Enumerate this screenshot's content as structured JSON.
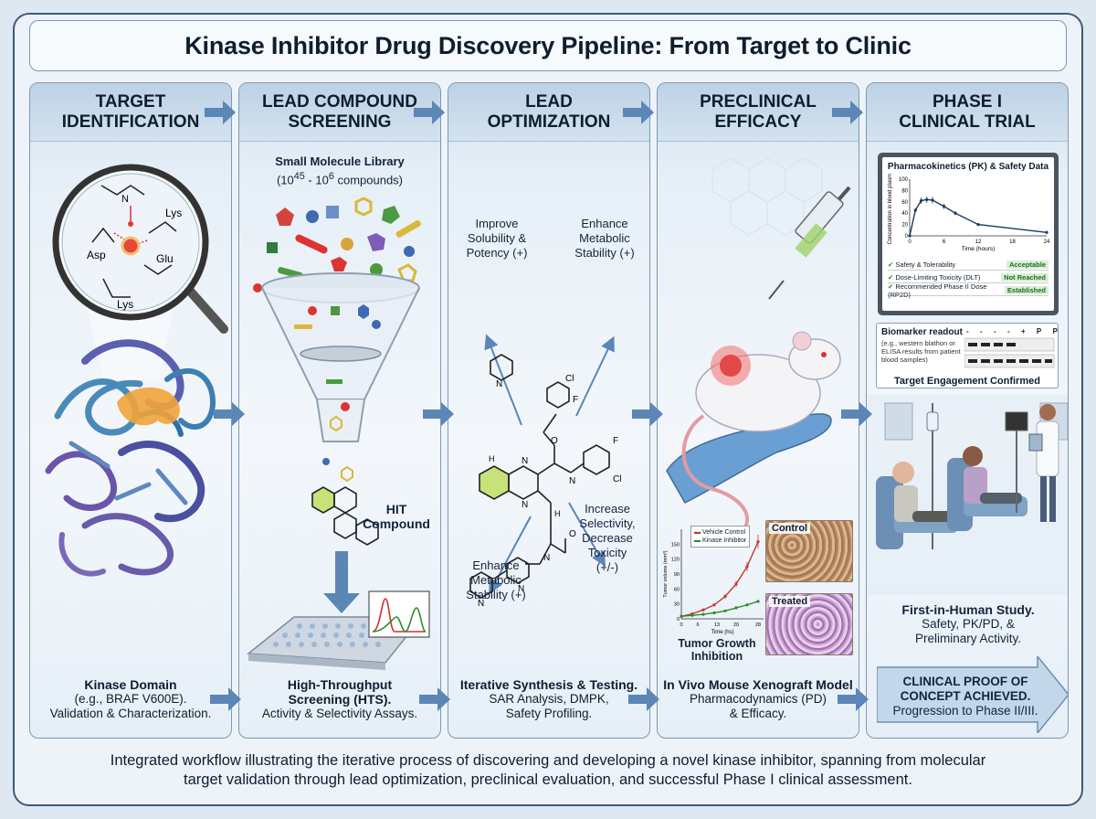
{
  "title": "Kinase Inhibitor Drug Discovery Pipeline: From Target to Clinic",
  "colors": {
    "border": "#3d5a78",
    "panel_head": "#c7dae9",
    "arrow": "#5b86b6",
    "accent_orange": "#f1a43a",
    "accent_red": "#d33",
    "green": "#2e8b2e"
  },
  "stages": [
    {
      "heading": "TARGET\nIDENTIFICATION",
      "caption_bold": "Kinase Domain",
      "caption_lines": [
        "(e.g., BRAF V600E).",
        "Validation & Characterization."
      ],
      "residues": [
        "Asp",
        "Lys",
        "Glu",
        "Lys"
      ],
      "residue_n": "N"
    },
    {
      "heading": "LEAD COMPOUND\nSCREENING",
      "library_title": "Small Molecule Library",
      "library_sub": "(10^45 - 10^6 compounds)",
      "hit_label_1": "HIT",
      "hit_label_2": "Compound",
      "caption_bold_1": "High-Throughput",
      "caption_bold_2": "Screening (HTS).",
      "caption_line": "Activity & Selectivity Assays."
    },
    {
      "heading": "LEAD\nOPTIMIZATION",
      "opt_top_left": "Improve\nSolubility &\nPotency (+)",
      "opt_top_right": "Enhance\nMetabolic\nStability (+)",
      "opt_bottom_left": "Enhance\nMetabolic\nStability (+)",
      "opt_bottom_right": "Increase\nSelectivity,\nDecrease\nToxicity\n(+/-)",
      "caption_bold": "Iterative Synthesis & Testing.",
      "caption_lines": [
        "SAR Analysis, DMPK,",
        "Safety Profiling."
      ],
      "atoms": [
        "N",
        "N",
        "O",
        "N",
        "N",
        "Cl",
        "F",
        "F",
        "Cl",
        "H",
        "H",
        "O",
        "N",
        "N",
        "N"
      ]
    },
    {
      "heading": "PRECLINICAL\nEFFICACY",
      "legend": [
        "Vehicle Control",
        "Kinase Inhibitor"
      ],
      "ylabel": "Tumor volume (mm³)",
      "xlabel": "Time (hs)",
      "chart_label_1": "Tumor Growth",
      "chart_label_2": "Inhibition",
      "histo_control": "Control",
      "histo_treated": "Treated",
      "caption_bold": "In Vivo Mouse Xenograft Model",
      "caption_lines": [
        "Pharmacodynamics (PD)",
        "& Efficacy."
      ]
    },
    {
      "heading": "PHASE I\nCLINICAL TRIAL",
      "pk_title": "Pharmacokinetics (PK) & Safety Data",
      "pk_ylabel": "Concentration in blood plasma",
      "pk_xlabel": "Time (hours)",
      "pk_rows": [
        {
          "label": "Safety & Tolerability",
          "status": "Acceptable"
        },
        {
          "label": "Dose-Limiting Toxicity (DLT)",
          "status": "Not Reached"
        },
        {
          "label": "Recommended Phase II Dose (RP2D)",
          "status": "Established"
        }
      ],
      "bio_title": "Biomarker readout",
      "bio_sub": "(e.g., western blathon or ELISA results from patient blood samples)",
      "bio_lane_labels": [
        "-",
        "-",
        "-",
        "-",
        "+",
        "P",
        "P"
      ],
      "bio_confirm": "Target Engagement Confirmed",
      "study_bold": "First-in-Human Study.",
      "study_lines": [
        "Safety, PK/PD, &",
        "Preliminary Activity."
      ],
      "banner_bold_1": "CLINICAL PROOF OF",
      "banner_bold_2": "CONCEPT ACHIEVED.",
      "banner_line": "Progression to Phase II/III."
    }
  ],
  "chart_data": [
    {
      "type": "line",
      "title": "",
      "xlabel": "Time (hs)",
      "ylabel": "Tumor volume (mm³)",
      "x": [
        0,
        4,
        8,
        12,
        16,
        20,
        24,
        28
      ],
      "x_ticks": [
        0,
        6,
        13,
        20,
        28
      ],
      "y_ticks": [
        0,
        30,
        60,
        90,
        120,
        150
      ],
      "ylim": [
        0,
        180
      ],
      "xlim": [
        0,
        30
      ],
      "series": [
        {
          "name": "Vehicle Control",
          "color": "#c0392b",
          "values": [
            5,
            10,
            18,
            28,
            45,
            70,
            105,
            155
          ]
        },
        {
          "name": "Kinase Inhibitor",
          "color": "#2e8b2e",
          "values": [
            5,
            7,
            9,
            12,
            16,
            22,
            28,
            35
          ]
        }
      ],
      "legend": "top-left"
    },
    {
      "type": "line",
      "title": "Pharmacokinetics (PK) & Safety Data",
      "xlabel": "Time (hours)",
      "ylabel": "Concentration in blood plasma",
      "x": [
        0,
        1,
        2,
        3,
        4,
        6,
        8,
        12,
        24
      ],
      "x_ticks": [
        0,
        6,
        12,
        18,
        24
      ],
      "y_ticks": [
        0,
        20,
        40,
        60,
        80,
        100
      ],
      "ylim": [
        0,
        100
      ],
      "xlim": [
        0,
        24
      ],
      "series": [
        {
          "name": "",
          "color": "#1d3b5c",
          "values": [
            0,
            45,
            62,
            64,
            63,
            52,
            40,
            20,
            6
          ]
        }
      ]
    }
  ],
  "footer": [
    "Integrated workflow illustrating the iterative process of discovering and developing a novel kinase inhibitor, spanning from molecular",
    "target validation through lead optimization, preclinical evaluation, and successful Phase I clinical assessment."
  ]
}
